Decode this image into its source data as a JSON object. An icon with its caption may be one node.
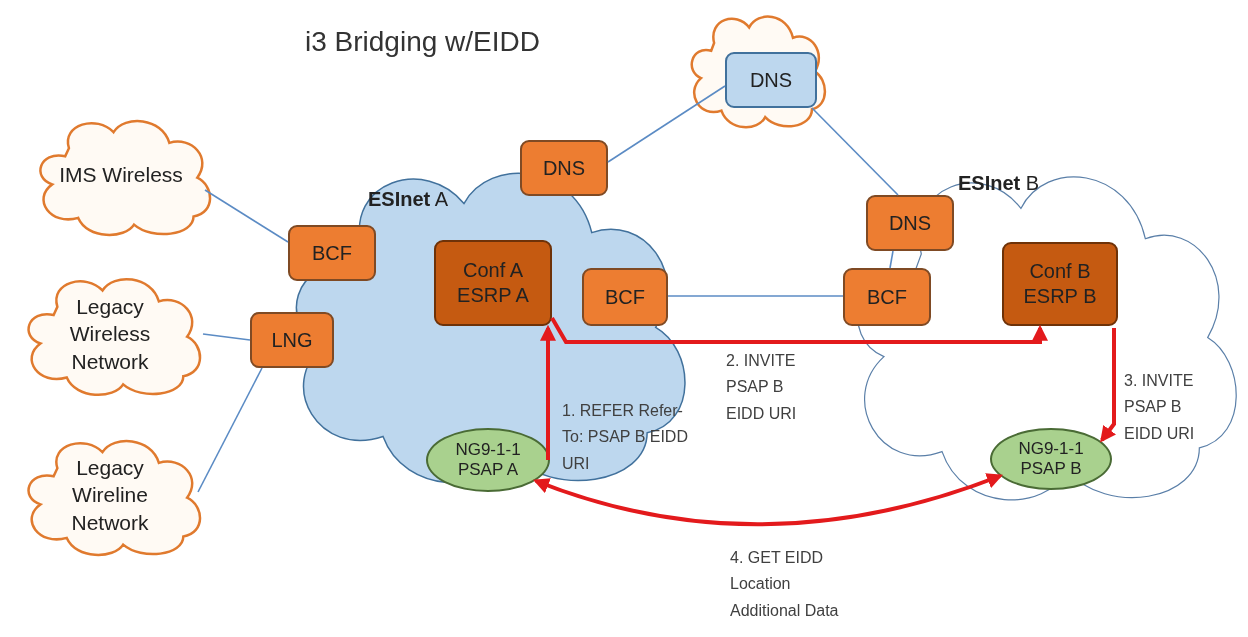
{
  "diagram": {
    "title": "i3 Bridging w/EIDD",
    "nodes": [
      {
        "text": [
          "IMS Wireless"
        ]
      },
      {
        "text": [
          "Legacy Wireless Network"
        ]
      },
      {
        "text": [
          "Legacy Wireline Network"
        ]
      },
      {
        "text": [
          "**ESInet** A"
        ]
      },
      {
        "text": [
          "DNS"
        ]
      },
      {
        "text": [
          "BCF"
        ],
        "in": 3
      },
      {
        "text": [
          "Conf A ESRP A"
        ],
        "in": 3
      },
      {
        "text": [
          "BCF"
        ],
        "in": 3
      },
      {
        "text": [
          "LNG"
        ]
      },
      {
        "text": [
          "NG9-1-1 PSAP A"
        ],
        "in": 3
      },
      {
        "text": [],
        "shape": "cloud"
      },
      {
        "text": [
          "DNS"
        ],
        "in": 10
      },
      {
        "text": [
          "**ESInet** B"
        ]
      },
      {
        "text": [
          "DNS"
        ],
        "in": 12
      },
      {
        "text": [
          "BCF"
        ],
        "in": 12
      },
      {
        "text": [
          "Conf B ESRP B"
        ],
        "in": 12
      },
      {
        "text": [
          "NG9-1-1 PSAP B"
        ],
        "in": 12
      }
    ],
    "edges": [
      {
        "from": 0,
        "to": 5,
        "arrow": "none"
      },
      {
        "from": 1,
        "to": 8,
        "arrow": "none"
      },
      {
        "from": 2,
        "to": 8,
        "arrow": "none"
      },
      {
        "from": 4,
        "to": 11,
        "arrow": "none"
      },
      {
        "from": 11,
        "to": 13,
        "arrow": "none"
      },
      {
        "from": 13,
        "to": 14,
        "arrow": "none"
      },
      {
        "from": 7,
        "to": 14,
        "arrow": "none"
      },
      {
        "from": 9,
        "to": 6,
        "arrow": "to",
        "label": "1. REFER Refer-To: PSAP B EIDD URI",
        "style": "thick",
        "color": "#e31a1c"
      },
      {
        "from": 6,
        "to": 15,
        "arrow": "to",
        "label": "2. INVITE PSAP B EIDD URI",
        "style": "thick",
        "color": "#e31a1c"
      },
      {
        "from": 15,
        "to": 16,
        "arrow": "to",
        "label": "3. INVITE PSAP B EIDD URI",
        "style": "thick",
        "color": "#e31a1c"
      },
      {
        "from": 9,
        "to": 16,
        "arrow": "both",
        "label": "4. GET EIDD Location Additional Data",
        "style": "thick",
        "color": "#e31a1c"
      }
    ]
  }
}
